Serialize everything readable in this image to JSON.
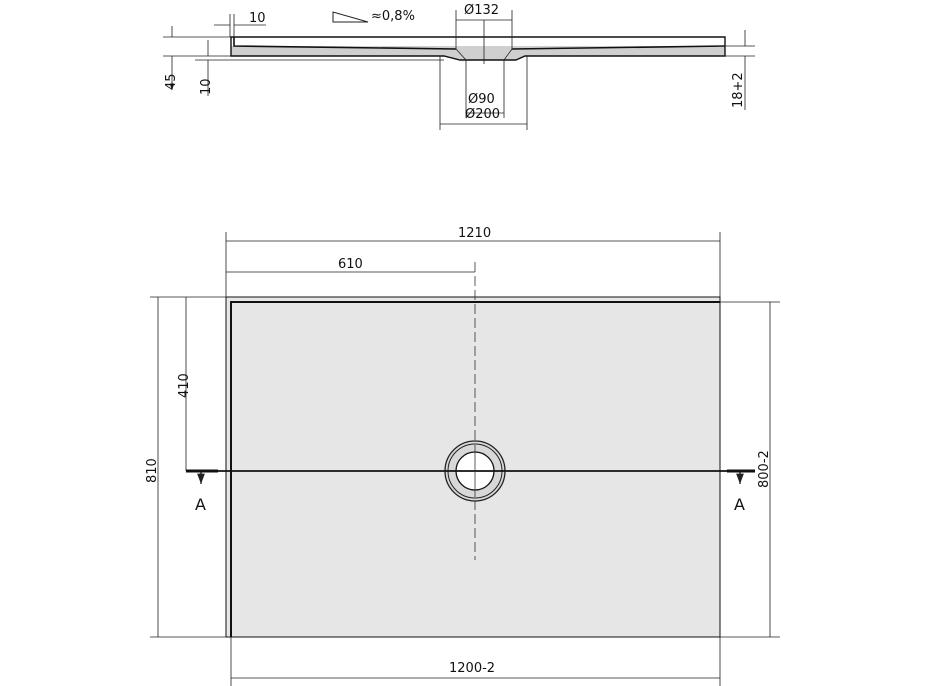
{
  "colors": {
    "fill": "#e6e6e6",
    "line": "#111111"
  },
  "side_view": {
    "wall_thickness": "10",
    "slope": "≈0,8%",
    "drain_top_diameter": "Ø132",
    "drain_outlet_diameter": "Ø90",
    "drain_base_diameter": "Ø200",
    "total_height": "45",
    "base_offset": "10",
    "edge_height": "18+2"
  },
  "plan_view": {
    "overall_width": "1210",
    "drain_x_offset": "610",
    "drain_y_offset": "410",
    "overall_depth": "810",
    "tray_depth": "800-2",
    "tray_width": "1200-2",
    "section_left": "A",
    "section_right": "A"
  }
}
